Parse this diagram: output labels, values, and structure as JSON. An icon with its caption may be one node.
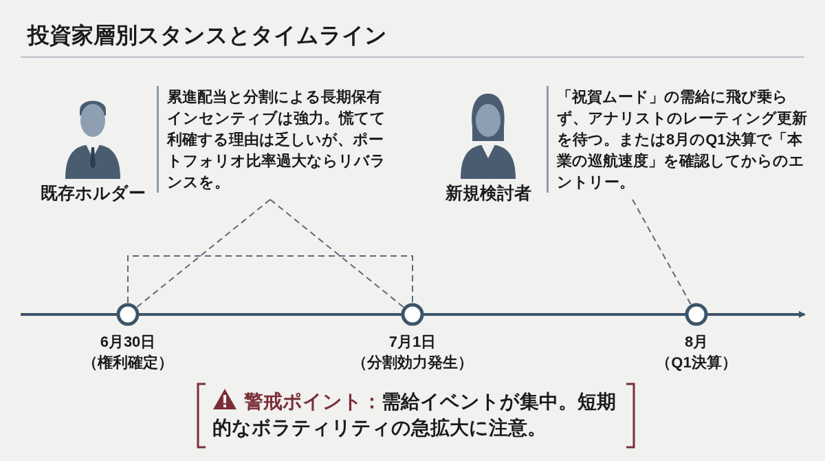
{
  "diagram": {
    "title": "投資家層別スタンスとタイムライン",
    "nodes": [
      {
        "text": [
          "既存ホルダー"
        ]
      },
      {
        "text": [
          "累進配当と分割による長期保有インセンティブは強力。慌てて利確する理由は乏しいが、ポートフォリオ比率過大ならリバランスを。"
        ]
      },
      {
        "text": [
          "新規検討者"
        ]
      },
      {
        "text": [
          "「祝賀ムード」の需給に飛び乗らず、アナリストのレーティング更新を待つ。または8月のQ1決算で「本業の巡航速度」を確認してからのエントリー。"
        ]
      },
      {
        "text": [],
        "shape": "circle",
        "beside": [
          "6月30日",
          "（権利確定）"
        ]
      },
      {
        "text": [],
        "shape": "circle",
        "beside": [
          "7月1日",
          "（分割効力発生）"
        ]
      },
      {
        "text": [],
        "shape": "circle",
        "beside": [
          "8月",
          "（Q1決算）"
        ]
      },
      {
        "text": [
          "警戒ポイント：",
          "需給イベントが集中。短期的なボラティリティの急拡大に注意。"
        ]
      }
    ],
    "edges": [
      {
        "from": 1,
        "to": 4,
        "arrow": "none",
        "style": "dashed"
      },
      {
        "from": 1,
        "to": 5,
        "arrow": "none",
        "style": "dashed"
      },
      {
        "from": 4,
        "to": 5,
        "arrow": "none",
        "style": "dashed"
      },
      {
        "from": 3,
        "to": 6,
        "arrow": "none",
        "style": "dashed"
      }
    ]
  }
}
